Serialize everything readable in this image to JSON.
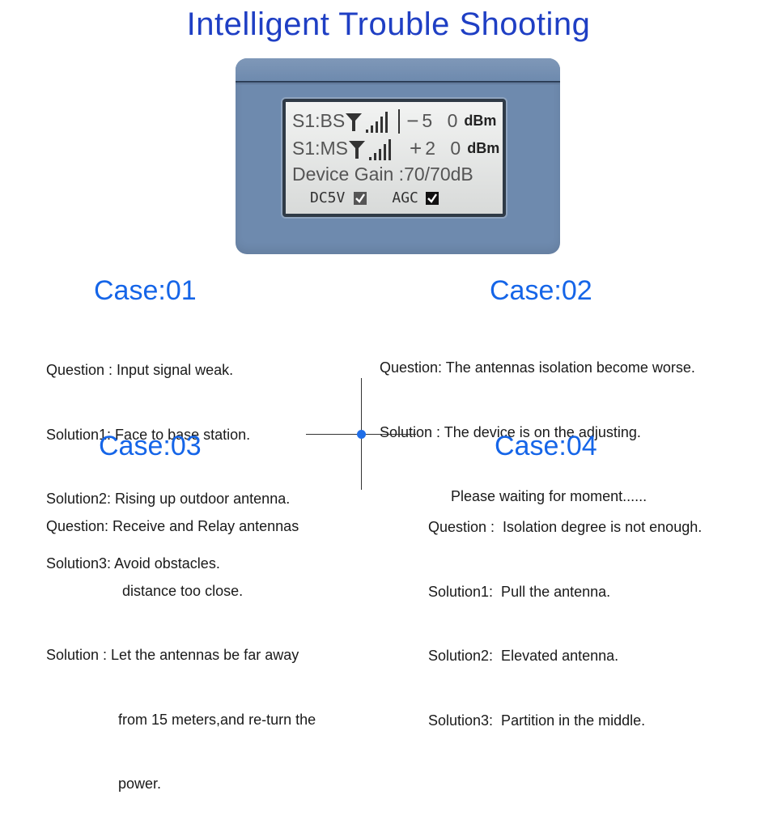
{
  "title": "Intelligent Trouble Shooting",
  "display": {
    "row1_label": "S1:BS",
    "row1_sign": "−",
    "row1_value": "5 0",
    "row1_unit": "dBm",
    "row2_label": "S1:MS",
    "row2_sign": "+",
    "row2_value": "2 0",
    "row2_unit": "dBm",
    "gain_label": "Device Gain : ",
    "gain_current": "70",
    "gain_max": "/70dB",
    "dc_label": "DC5V",
    "agc_label": "AGC"
  },
  "cases": [
    {
      "title": "Case:01",
      "lines": [
        "Question : Input signal weak.",
        "Solution1: Face to base station.",
        "Solution2: Rising up outdoor antenna.",
        "Solution3: Avoid obstacles."
      ]
    },
    {
      "title": "Case:02",
      "lines": [
        "Question: The antennas isolation become worse.",
        "Solution : The device is on the adjusting.",
        "Please waiting for moment......"
      ]
    },
    {
      "title": "Case:03",
      "lines": [
        "Question: Receive and Relay antennas",
        "distance too close.",
        "Solution : Let the antennas be far away",
        "from 15 meters,and re-turn the",
        "power."
      ]
    },
    {
      "title": "Case:04",
      "lines": [
        "Question :  Isolation degree is not enough.",
        "Solution1:  Pull the antenna.",
        "Solution2:  Elevated antenna.",
        "Solution3:  Partition in the middle."
      ]
    }
  ]
}
